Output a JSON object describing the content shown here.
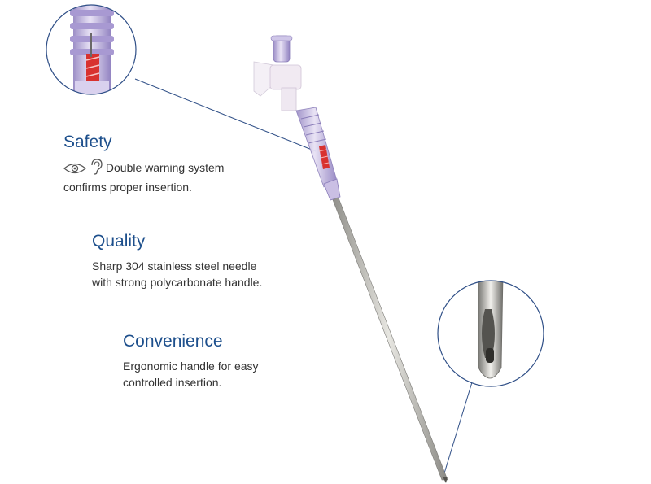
{
  "features": [
    {
      "id": "safety",
      "title": "Safety",
      "lines": [
        "Double warning system",
        "confirms proper insertion."
      ],
      "icons": [
        "eye-icon",
        "ear-icon"
      ]
    },
    {
      "id": "quality",
      "title": "Quality",
      "lines": [
        "Sharp 304 stainless steel needle",
        "with strong polycarbonate handle."
      ]
    },
    {
      "id": "convenience",
      "title": "Convenience",
      "lines": [
        "Ergonomic handle for easy",
        "controlled insertion."
      ]
    }
  ],
  "colors": {
    "title": "#1d4f8c",
    "body": "#333333",
    "hub": "#b7a6d6",
    "indicator": "#d8322f",
    "steel": "#a8a7a2",
    "callout_line": "#2f4f87"
  }
}
